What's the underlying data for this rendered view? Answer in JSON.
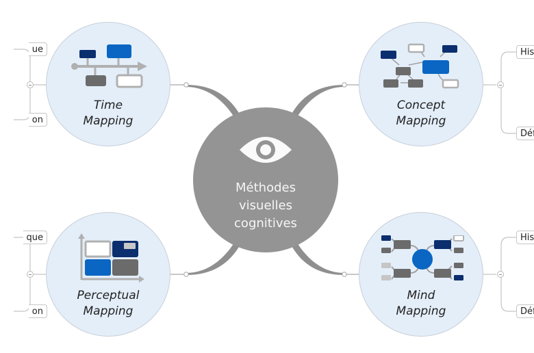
{
  "center": {
    "title_lines": [
      "Méthodes",
      "visuelles",
      "cognitives"
    ],
    "icon": "eye-icon",
    "color": "#949494"
  },
  "topics": [
    {
      "id": "time-mapping",
      "label_lines": [
        "Time",
        "Mapping"
      ],
      "icon": "timeline-icon",
      "leaves": [
        "ue",
        "on"
      ],
      "side": "left"
    },
    {
      "id": "concept-mapping",
      "label_lines": [
        "Concept",
        "Mapping"
      ],
      "icon": "concept-map-icon",
      "leaves": [
        "Hist",
        "Défi"
      ],
      "side": "right"
    },
    {
      "id": "perceptual-mapping",
      "label_lines": [
        "Perceptual",
        "Mapping"
      ],
      "icon": "perceptual-map-icon",
      "leaves": [
        "que",
        "on"
      ],
      "side": "left"
    },
    {
      "id": "mind-mapping",
      "label_lines": [
        "Mind",
        "Mapping"
      ],
      "icon": "mind-map-icon",
      "leaves": [
        "Hist",
        "Déf"
      ],
      "side": "right"
    }
  ],
  "colors": {
    "topic_fill": "#e4eef9",
    "dark_blue": "#0b2e6e",
    "blue": "#0a66c2",
    "dark_gray": "#6b6b6b",
    "light_gray": "#b9b9b9",
    "connector": "#8f8f8f"
  }
}
